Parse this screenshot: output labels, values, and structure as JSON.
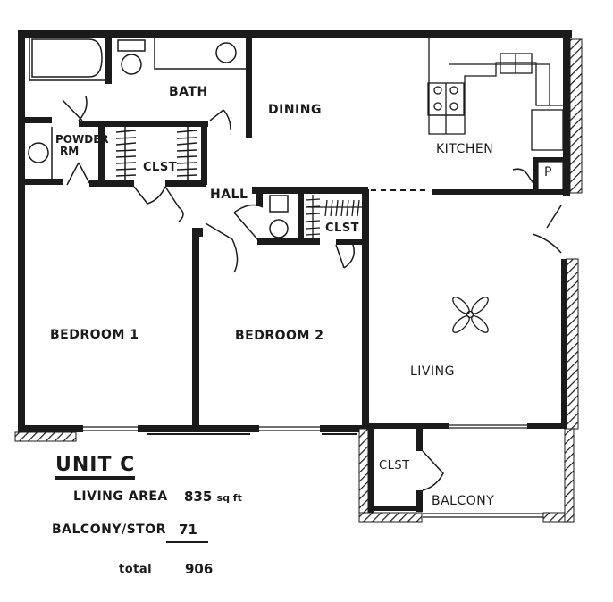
{
  "plan": {
    "unit_name": "UNIT C",
    "rooms": {
      "bath": "BATH",
      "dining": "DINING",
      "kitchen": "KITCHEN",
      "powder_rm_line1": "POWDER",
      "powder_rm_line2": "RM",
      "closet_1": "CLST",
      "hall": "HALL",
      "closet_2": "CLST",
      "bedroom_1": "BEDROOM 1",
      "bedroom_2": "BEDROOM 2",
      "living": "LIVING",
      "pantry": "P",
      "balcony_closet": "CLST",
      "balcony": "BALCONY"
    },
    "fixtures": [
      "bathtub",
      "toilet",
      "vanity-sink",
      "powder-toilet",
      "hall-bath-toilet",
      "hall-bath-sink",
      "stove-4-burner",
      "double-sink",
      "refrigerator",
      "ceiling-fan"
    ]
  },
  "area_summary": {
    "living_area_label": "LIVING AREA",
    "living_area_value": "835",
    "living_area_unit": "sq ft",
    "balcony_label": "BALCONY/STOR",
    "balcony_value": "71",
    "total_label": "total",
    "total_value": "906"
  },
  "colors": {
    "wall": "#1b1b1b",
    "paper": "#ffffff"
  }
}
